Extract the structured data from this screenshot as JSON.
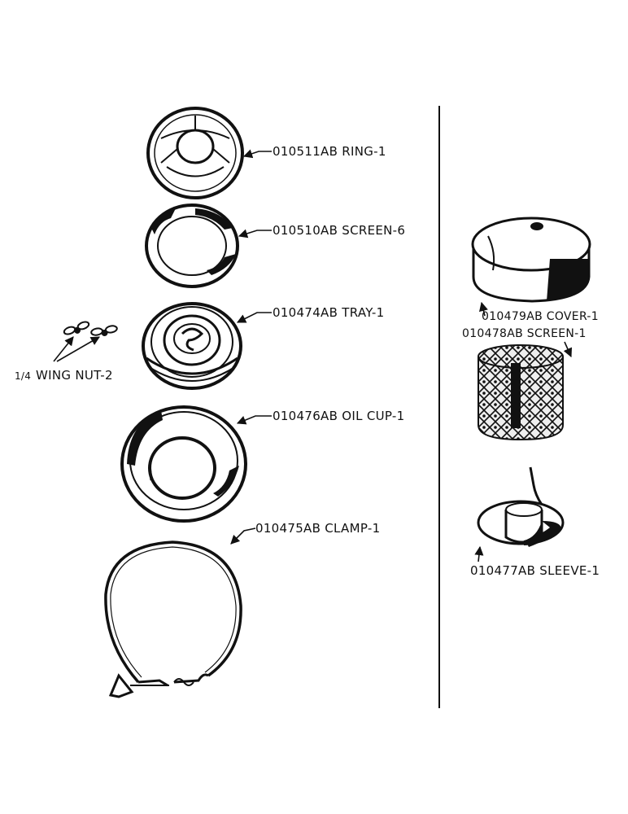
{
  "parts": {
    "ring": "010511AB RING-1",
    "screen_left": "010510AB SCREEN-6",
    "tray": "010474AB TRAY-1",
    "wing_nut_fraction": "1/4",
    "wing_nut": "WING NUT-2",
    "oil_cup": "010476AB OIL CUP-1",
    "clamp": "010475AB CLAMP-1",
    "cover": "010479AB COVER-1",
    "screen_right": "010478AB SCREEN-1",
    "sleeve": "010477AB SLEEVE-1"
  }
}
